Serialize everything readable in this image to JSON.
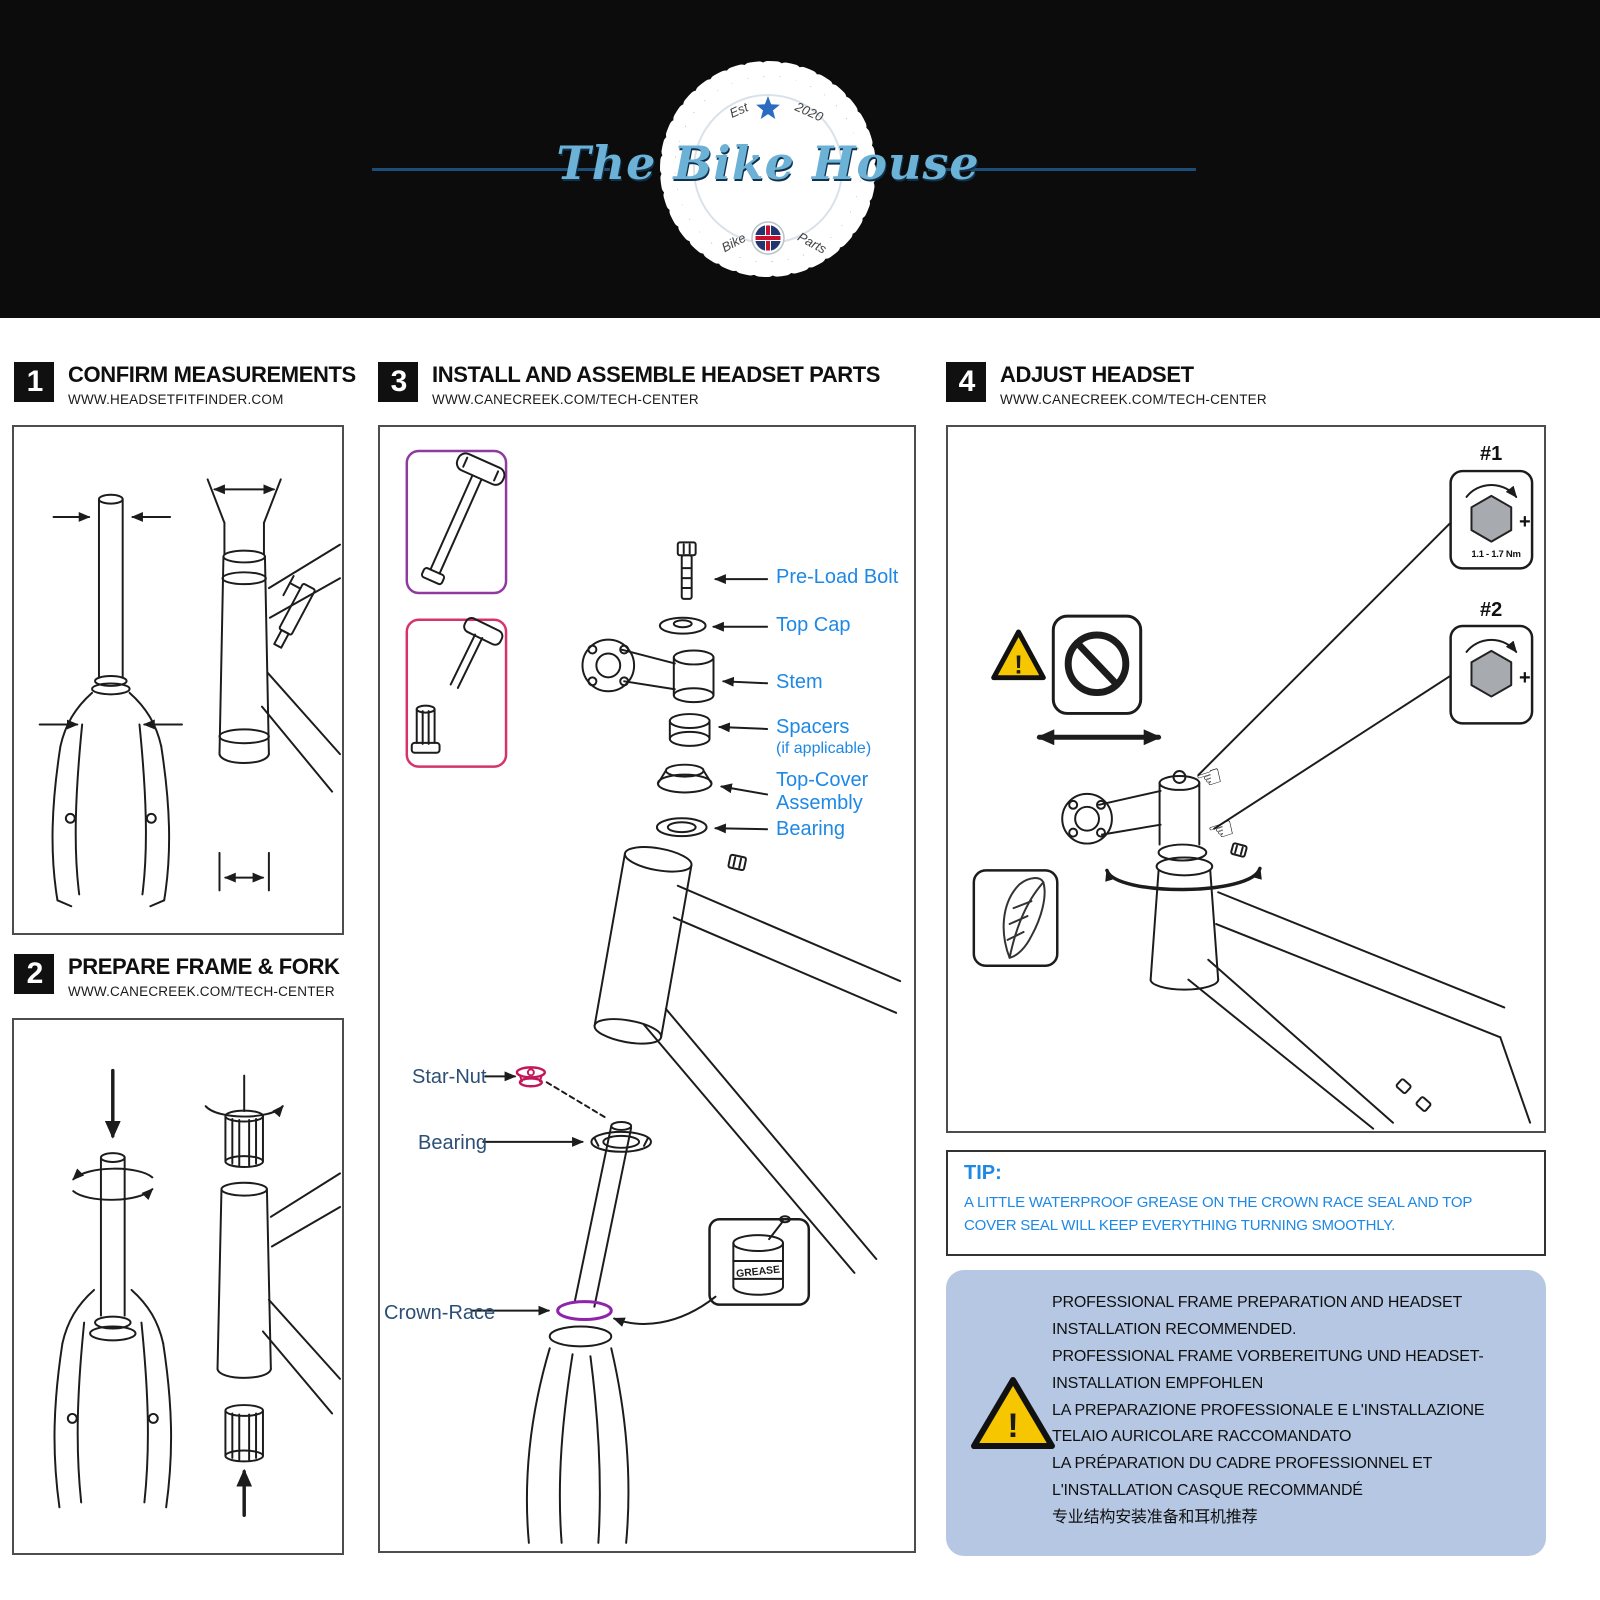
{
  "colors": {
    "label_blue": "#1e88e5",
    "label_navy": "#2c4f76",
    "star_nut_red": "#c2185b",
    "crown_race_purple": "#8e24aa",
    "toolbox_purple": "#8e3a9e",
    "toolbox_pink": "#d6336c",
    "warning_yellow": "#f6c700",
    "info_box_bg": "#b5c7e3",
    "logo_blue": "#6cb1d6",
    "banner_line_navy": "#1d4e79"
  },
  "icons": {
    "pointing_hand": "☜"
  },
  "header": {
    "brand": "The Bike House",
    "est": "Est",
    "year": "2020",
    "bike": "Bike",
    "parts": "Parts"
  },
  "steps": [
    {
      "number": "1",
      "title": "CONFIRM MEASUREMENTS",
      "url": "WWW.HEADSETFITFINDER.COM"
    },
    {
      "number": "2",
      "title": "PREPARE FRAME & FORK",
      "url": "WWW.CANECREEK.COM/TECH-CENTER"
    },
    {
      "number": "3",
      "title": "INSTALL AND ASSEMBLE HEADSET PARTS",
      "url": "WWW.CANECREEK.COM/TECH-CENTER"
    },
    {
      "number": "4",
      "title": "ADJUST HEADSET",
      "url": "WWW.CANECREEK.COM/TECH-CENTER"
    }
  ],
  "step3": {
    "labels": {
      "preload_bolt": "Pre-Load Bolt",
      "top_cap": "Top Cap",
      "stem": "Stem",
      "spacers": "Spacers",
      "spacers_note": "(if applicable)",
      "top_cover": "Top-Cover",
      "top_cover2": "Assembly",
      "bearing_upper": "Bearing",
      "star_nut": "Star-Nut",
      "bearing_lower": "Bearing",
      "crown_race": "Crown-Race",
      "grease": "GREASE"
    }
  },
  "step4": {
    "tool1": "#1",
    "tool2": "#2",
    "torque": "1.1 - 1.7 Nm",
    "plus": "+"
  },
  "tip": {
    "label": "TIP:",
    "text": "A LITTLE WATERPROOF GREASE ON THE CROWN RACE SEAL AND TOP COVER SEAL WILL KEEP EVERYTHING TURNING SMOOTHLY."
  },
  "warning": {
    "mark": "!",
    "lines": [
      "PROFESSIONAL FRAME PREPARATION AND HEADSET",
      "INSTALLATION RECOMMENDED.",
      "PROFESSIONAL FRAME VORBEREITUNG UND HEADSET-",
      "INSTALLATION EMPFOHLEN",
      "LA PREPARAZIONE PROFESSIONALE E L'INSTALLAZIONE",
      "TELAIO AURICOLARE RACCOMANDATO",
      "LA PRÉPARATION DU CADRE PROFESSIONNEL ET",
      "L'INSTALLATION CASQUE RECOMMANDÉ",
      "专业结构安装准备和耳机推荐"
    ]
  }
}
